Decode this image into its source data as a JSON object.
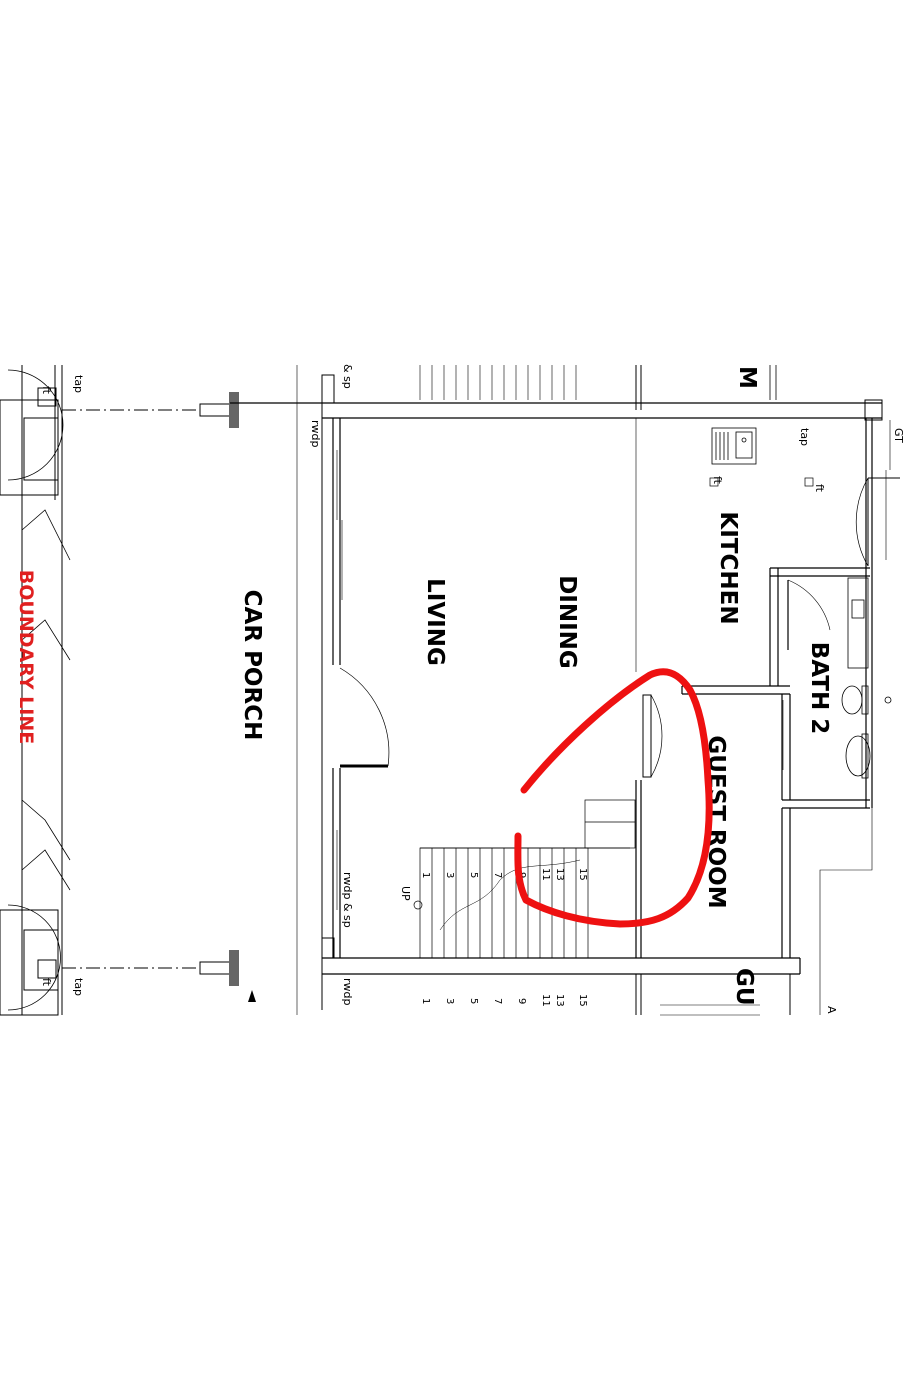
{
  "rooms": {
    "car_porch": "CAR PORCH",
    "living": "LIVING",
    "dining": "DINING",
    "kitchen": "KITCHEN",
    "bath2": "BATH 2",
    "guest_room": "GUEST ROOM",
    "guest_partial": "GU",
    "top_partial": "M",
    "boundary": "BOUNDARY LINE"
  },
  "annotations": {
    "tap": "tap",
    "ft": "ft",
    "rwdp": "rwdp",
    "rwdp_sp": "rwdp & sp",
    "sp": "& sp",
    "gt": "GT",
    "up": "UP",
    "a": "A"
  },
  "stairs": {
    "numbers": [
      "1",
      "3",
      "5",
      "7",
      "9",
      "11",
      "13",
      "15"
    ]
  },
  "colors": {
    "ink": "#000000",
    "markup": "#ee1111",
    "boundary": "#e02020",
    "post": "#666666"
  }
}
